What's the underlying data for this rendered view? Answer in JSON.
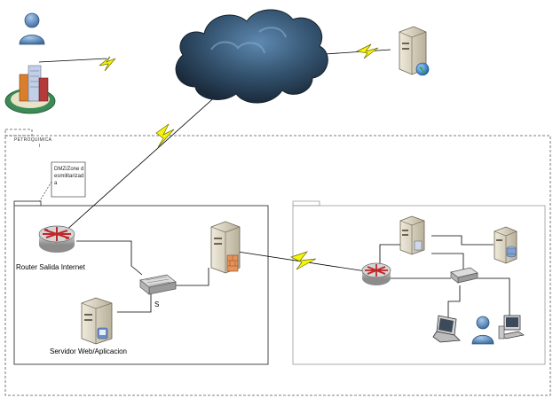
{
  "nodes": {
    "user_top": {
      "icon": "user-icon"
    },
    "building": {
      "icon": "office-building-icon"
    },
    "internet_cloud": {
      "icon": "cloud-icon"
    },
    "remote_server": {
      "icon": "web-server-icon"
    },
    "router_out": {
      "icon": "router-icon",
      "label": "Router Salida Internet"
    },
    "web_server": {
      "icon": "server-icon",
      "label": "Servidor Web/Aplicacion"
    },
    "dmz_switch": {
      "icon": "switch-icon",
      "label": "S"
    },
    "firewall_server": {
      "icon": "firewall-server-icon"
    },
    "internal_router": {
      "icon": "router-icon"
    },
    "internal_server_1": {
      "icon": "server-icon"
    },
    "internal_db_server": {
      "icon": "database-server-icon"
    },
    "internal_switch": {
      "icon": "switch-icon"
    },
    "laptop": {
      "icon": "laptop-icon"
    },
    "internal_user": {
      "icon": "user-icon"
    },
    "workstation": {
      "icon": "workstation-icon"
    }
  },
  "packages": {
    "outer_title": "PETROQUIMICA",
    "outer_subtitle": "I",
    "dmz_note": "DMZ/Zone desmilitarizada"
  },
  "colors": {
    "lightning": "#f5f50a",
    "lightning_stroke": "#6b6b00",
    "cloud_dark": "#1f3347",
    "cloud_light": "#5e89b0",
    "link_line": "#000000",
    "frame_solid": "#4a4a4a",
    "frame_dashed": "#555555",
    "frame_light": "#9a9a9a",
    "router_red": "#c0262a",
    "router_body": "#b8b8b8",
    "server_body": "#d9d3bf",
    "user_blue": "#5a86b8",
    "globe": "#2f7bd4"
  }
}
